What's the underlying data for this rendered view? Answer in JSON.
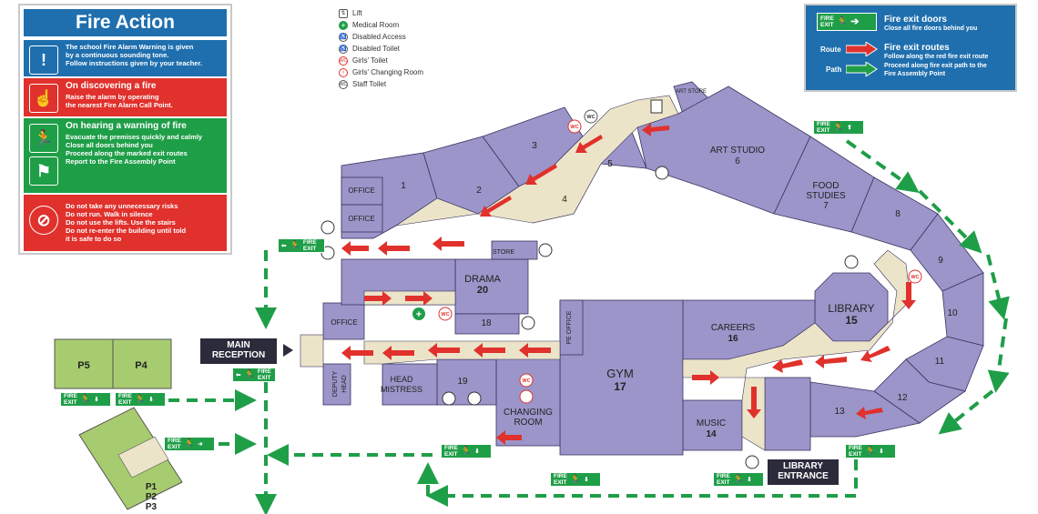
{
  "panel": {
    "title": "Fire Action",
    "blue_box": {
      "icon": "info-icon",
      "lines": [
        "The school Fire Alarm Warning is given",
        "by a continuous sounding tone.",
        "Follow instructions given by your teacher."
      ]
    },
    "discover_box": {
      "icon": "alarm-call-point-icon",
      "heading": "On discovering a fire",
      "lines": [
        "Raise the alarm by operating",
        "the nearest Fire Alarm Call Point."
      ]
    },
    "warning_box": {
      "icon": "running-exit-icon",
      "heading": "On hearing a warning of fire",
      "lines": [
        "Evacuate the premises quickly and calmly",
        "Close all doors behind you",
        "Proceed along the marked exit routes",
        "Report to the Fire Assembly Point"
      ]
    },
    "dont_box": {
      "icon": "prohibited-icon",
      "lines": [
        "Do not take any unnecessary risks",
        "Do not run. Walk in silence",
        "Do not use the lifts. Use the stairs",
        "Do not re-enter the building until told",
        "it is safe to do so"
      ]
    }
  },
  "legend": [
    {
      "icon": "lift-icon",
      "label": "Lift",
      "glyph": "⇅"
    },
    {
      "icon": "medical-room-icon",
      "label": "Medical Room",
      "glyph": "+"
    },
    {
      "icon": "disabled-access-icon",
      "label": "Disabled Access",
      "glyph": "♿"
    },
    {
      "icon": "disabled-toilet-icon",
      "label": "Disabled Toilet",
      "glyph": "♿"
    },
    {
      "icon": "girls-toilet-icon",
      "label": "Girls' Toilet",
      "glyph": "WC"
    },
    {
      "icon": "girls-changing-room-icon",
      "label": "Girls' Changing Room",
      "glyph": "♀"
    },
    {
      "icon": "staff-toilet-icon",
      "label": "Staff Toilet",
      "glyph": "WC"
    }
  ],
  "exit_key": {
    "sign_top": "FIRE",
    "sign_bottom": "EXIT",
    "doors_title": "Fire exit doors",
    "doors_sub": "Close all fire doors behind you",
    "route_label": "Route",
    "path_label": "Path",
    "routes_title": "Fire exit routes",
    "routes_sub": "Follow along the red fire exit route",
    "path_sub1": "Proceed along fire exit path to the",
    "path_sub2": "Fire Assembly Point"
  },
  "rooms": {
    "r1": "1",
    "r2": "2",
    "r3": "3",
    "r4": "4",
    "r5": "5",
    "art_studio": "ART STUDIO",
    "r6": "6",
    "art_store": "ART STORE",
    "food": "FOOD",
    "studies": "STUDIES",
    "r7": "7",
    "r8": "8",
    "r9": "9",
    "r10": "10",
    "r11": "11",
    "r12": "12",
    "r13": "13",
    "library": "LIBRARY",
    "r15": "15",
    "careers": "CAREERS",
    "r16": "16",
    "music": "MUSIC",
    "r14": "14",
    "gym": "GYM",
    "r17": "17",
    "pe_office": "PE OFFICE",
    "drama": "DRAMA",
    "r20": "20",
    "store": "STORE",
    "r18": "18",
    "r19": "19",
    "changing": "CHANGING",
    "room": "ROOM",
    "office1": "OFFICE",
    "office2": "OFFICE",
    "office3": "OFFICE",
    "head": "HEAD",
    "mistress": "MISTRESS",
    "deputy": "DEPUTY",
    "deputy_head": "HEAD",
    "p5": "P5",
    "p4": "P4",
    "p1": "P1",
    "p2": "P2",
    "p3": "P3"
  },
  "labels": {
    "main_reception_1": "MAIN",
    "main_reception_2": "RECEPTION",
    "library_entrance_1": "LIBRARY",
    "library_entrance_2": "ENTRANCE"
  },
  "sign": {
    "fire": "FIRE",
    "exit": "EXIT"
  },
  "colors": {
    "room": "#9b95c9",
    "room_stroke": "#3a3560",
    "corridor": "#ece4c8",
    "portable": "#a7cc6f",
    "route_red": "#e0312c",
    "path_green": "#1f9e48",
    "panel_blue": "#1f6fae"
  }
}
